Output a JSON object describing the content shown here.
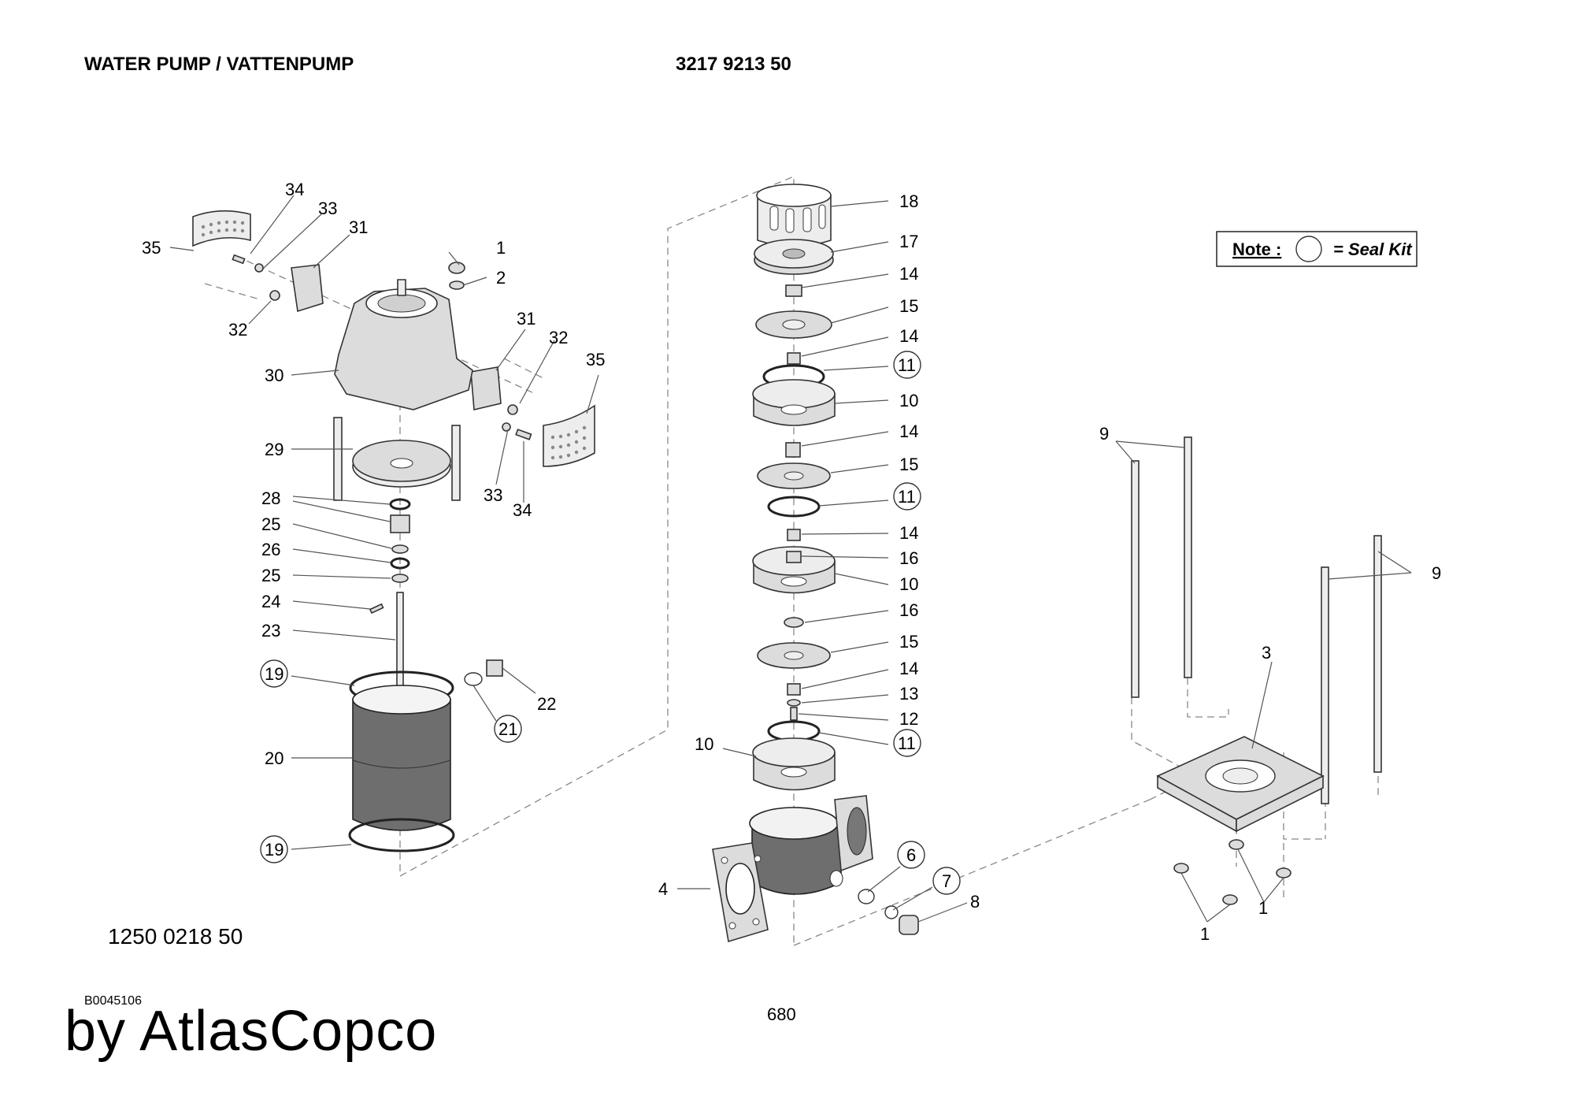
{
  "header": {
    "title": "WATER PUMP / VATTENPUMP",
    "part_number": "3217 9213 50"
  },
  "note": {
    "label": "Note :",
    "legend": "= Seal Kit"
  },
  "callouts": {
    "c1": "1",
    "c2": "2",
    "c3": "3",
    "c4": "4",
    "c6": "6",
    "c7": "7",
    "c8": "8",
    "c9": "9",
    "c10": "10",
    "c11": "11",
    "c12": "12",
    "c13": "13",
    "c14": "14",
    "c15": "15",
    "c16": "16",
    "c17": "17",
    "c18": "18",
    "c19": "19",
    "c20": "20",
    "c21": "21",
    "c22": "22",
    "c23": "23",
    "c24": "24",
    "c25": "25",
    "c26": "26",
    "c28": "28",
    "c29": "29",
    "c30": "30",
    "c31": "31",
    "c32": "32",
    "c33": "33",
    "c34": "34",
    "c35": "35"
  },
  "seal_kit_items": [
    "6",
    "7",
    "11",
    "19",
    "21"
  ],
  "footer": {
    "document_number": "1250 0218 50",
    "image_id": "B0045106",
    "page_number": "680",
    "brand": "by AtlasCopco"
  }
}
